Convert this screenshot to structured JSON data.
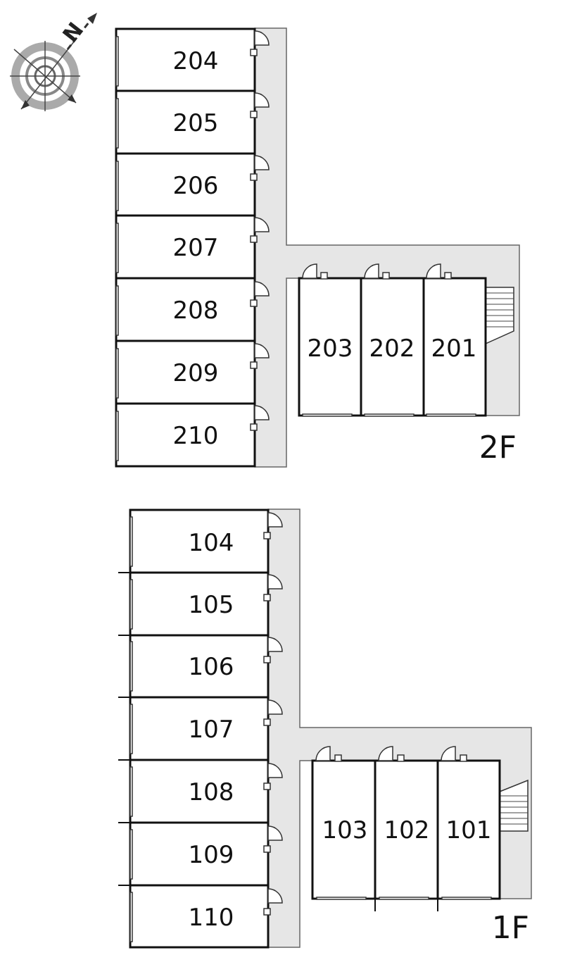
{
  "compass": {
    "label": "N"
  },
  "floors": [
    {
      "id": "2F",
      "label": "2F",
      "units": [
        "201",
        "202",
        "203",
        "204",
        "205",
        "206",
        "207",
        "208",
        "209",
        "210"
      ]
    },
    {
      "id": "1F",
      "label": "1F",
      "units": [
        "101",
        "102",
        "103",
        "104",
        "105",
        "106",
        "107",
        "108",
        "109",
        "110"
      ]
    }
  ]
}
